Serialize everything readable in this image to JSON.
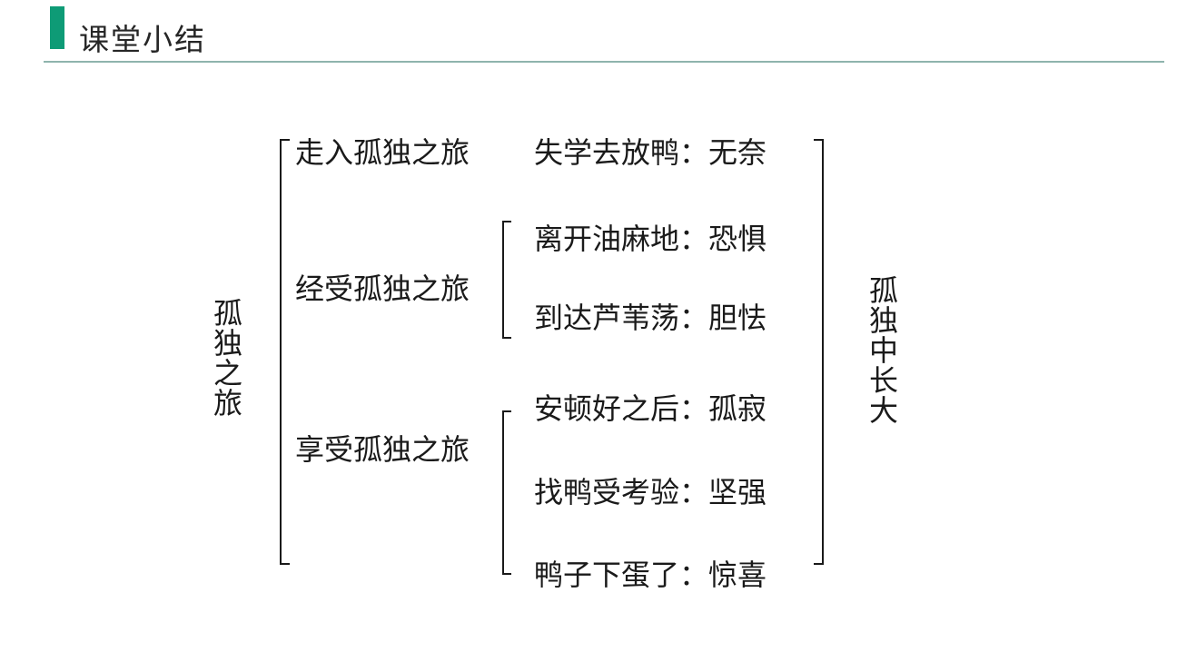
{
  "header": {
    "title": "课堂小结"
  },
  "colors": {
    "accent": "#0E9B76",
    "divider": "#8FB4AD",
    "ink": "#1A1A1A"
  },
  "diagram": {
    "root_label": "孤独之旅",
    "conclusion_label": "孤独中长大",
    "branches": [
      {
        "label": "走入孤独之旅",
        "children": [
          "失学去放鸭：无奈"
        ]
      },
      {
        "label": "经受孤独之旅",
        "children": [
          "离开油麻地：恐惧",
          "到达芦苇荡：胆怯"
        ]
      },
      {
        "label": "享受孤独之旅",
        "children": [
          "安顿好之后：孤寂",
          "找鸭受考验：坚强",
          "鸭子下蛋了：惊喜"
        ]
      }
    ]
  }
}
